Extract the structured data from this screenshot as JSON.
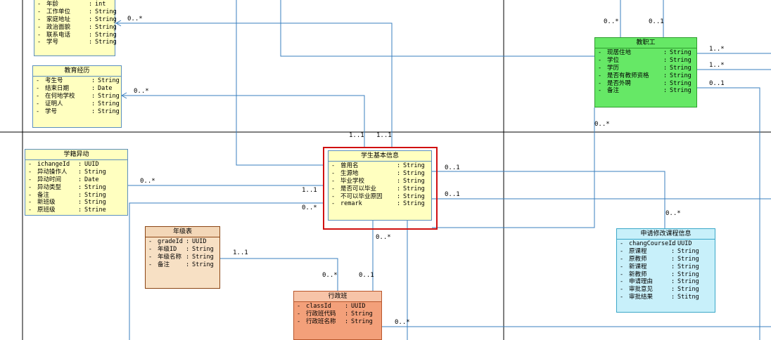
{
  "classes": {
    "person_top": {
      "title": "",
      "attributes": [
        {
          "vis": "-",
          "name": "年龄",
          "type": "int"
        },
        {
          "vis": "-",
          "name": "工作单位",
          "type": "String"
        },
        {
          "vis": "-",
          "name": "家庭地址",
          "type": "String"
        },
        {
          "vis": "-",
          "name": "政治面貌",
          "type": "String"
        },
        {
          "vis": "-",
          "name": "联系电话",
          "type": "String"
        },
        {
          "vis": "-",
          "name": "学号",
          "type": "String"
        }
      ]
    },
    "education": {
      "title": "教育经历",
      "attributes": [
        {
          "vis": "-",
          "name": "考生号",
          "type": "String"
        },
        {
          "vis": "-",
          "name": "结束日期",
          "type": "Date"
        },
        {
          "vis": "-",
          "name": "在何地学校",
          "type": "String"
        },
        {
          "vis": "-",
          "name": "证明人",
          "type": "String"
        },
        {
          "vis": "-",
          "name": "学号",
          "type": "String"
        }
      ]
    },
    "status_change": {
      "title": "学籍异动",
      "attributes": [
        {
          "vis": "-",
          "name": "ichangeId",
          "type": "UUID"
        },
        {
          "vis": "-",
          "name": "异动操作人",
          "type": "String"
        },
        {
          "vis": "-",
          "name": "异动时间",
          "type": "Date"
        },
        {
          "vis": "-",
          "name": "异动类型",
          "type": "String"
        },
        {
          "vis": "-",
          "name": "备注",
          "type": "String"
        },
        {
          "vis": "-",
          "name": "新班级",
          "type": "String"
        },
        {
          "vis": "-",
          "name": "原班级",
          "type": "Strine"
        }
      ]
    },
    "student_basic": {
      "title": "学生基本信息",
      "attributes": [
        {
          "vis": "-",
          "name": "曾用名",
          "type": "String"
        },
        {
          "vis": "-",
          "name": "生源地",
          "type": "String"
        },
        {
          "vis": "-",
          "name": "毕业学校",
          "type": "String"
        },
        {
          "vis": "-",
          "name": "是否可以毕业",
          "type": "String"
        },
        {
          "vis": "-",
          "name": "不可以毕业原因",
          "type": "String"
        },
        {
          "vis": "-",
          "name": "remark",
          "type": "String"
        }
      ]
    },
    "staff": {
      "title": "教职工",
      "attributes": [
        {
          "vis": "-",
          "name": "现居住地",
          "type": "String"
        },
        {
          "vis": "-",
          "name": "学位",
          "type": "String"
        },
        {
          "vis": "-",
          "name": "学历",
          "type": "String"
        },
        {
          "vis": "-",
          "name": "是否有教师资格",
          "type": "String"
        },
        {
          "vis": "-",
          "name": "是否外聘",
          "type": "String"
        },
        {
          "vis": "-",
          "name": "备注",
          "type": "String"
        }
      ]
    },
    "grade_table": {
      "title": "年级表",
      "attributes": [
        {
          "vis": "-",
          "name": "gradeId",
          "type": "UUID"
        },
        {
          "vis": "-",
          "name": "年级ID",
          "type": "String"
        },
        {
          "vis": "-",
          "name": "年级名称",
          "type": "String"
        },
        {
          "vis": "-",
          "name": "备注",
          "type": "String"
        }
      ]
    },
    "admin_class": {
      "title": "行政班",
      "attributes": [
        {
          "vis": "-",
          "name": "classId",
          "type": "UUID"
        },
        {
          "vis": "-",
          "name": "行政班代码",
          "type": "String"
        },
        {
          "vis": "-",
          "name": "行政班名称",
          "type": "String"
        }
      ]
    },
    "course_change": {
      "title": "申请修改课程信息",
      "attributes": [
        {
          "vis": "-",
          "name": "changCourseId",
          "type": "UUID"
        },
        {
          "vis": "-",
          "name": "原课程",
          "type": "String"
        },
        {
          "vis": "-",
          "name": "原教师",
          "type": "String"
        },
        {
          "vis": "-",
          "name": "新课程",
          "type": "String"
        },
        {
          "vis": "-",
          "name": "新教师",
          "type": "String"
        },
        {
          "vis": "-",
          "name": "申请理由",
          "type": "String"
        },
        {
          "vis": "-",
          "name": "审批意见",
          "type": "String"
        },
        {
          "vis": "-",
          "name": "审批结果",
          "type": "Stitng"
        }
      ]
    }
  },
  "multiplicities": [
    "0..*",
    "0..*",
    "1..1",
    "1..1",
    "0..*",
    "0..*",
    "0..1",
    "1..*",
    "1..*",
    "0..1",
    "0..*",
    "0..*",
    "1..1",
    "0..*",
    "0..1",
    "0..1",
    "0..*",
    "1..1",
    "0..*",
    "0..1",
    "0..*"
  ],
  "colors": {
    "line": "#3a7fbf",
    "divider": "#000000",
    "highlight": "#d01010",
    "yellow": "#ffffc0",
    "green": "#66e866",
    "brown": "#f7e0c4",
    "orange": "#f3a07a",
    "cyan": "#c8f0fa"
  }
}
